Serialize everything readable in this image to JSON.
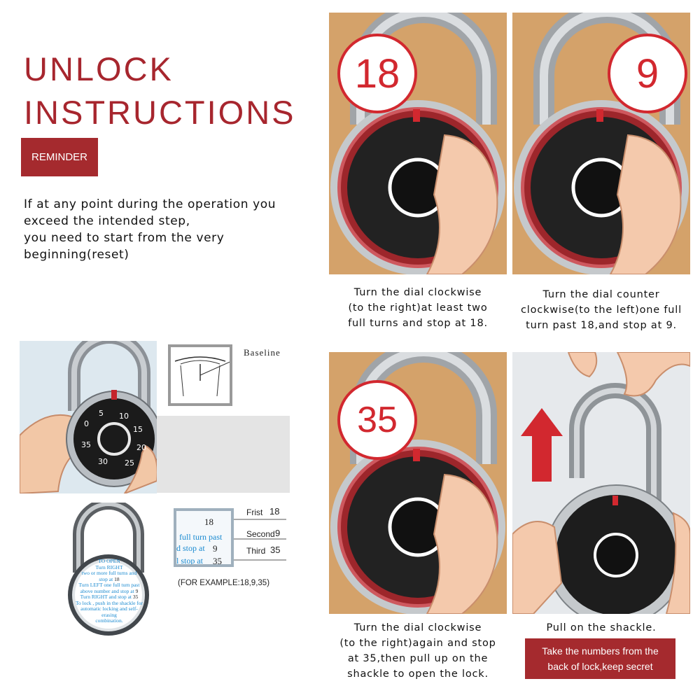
{
  "title": {
    "line1": "UNLOCK",
    "line2": "INSTRUCTIONS"
  },
  "reminder": {
    "label": "REMINDER"
  },
  "warning": {
    "line1": "If at any point during the operation you",
    "line2": "exceed the intended step,",
    "line3": "you need to start from the very",
    "line4": "beginning(reset)"
  },
  "dial_numbers": [
    "5",
    "10",
    "15",
    "20",
    "25",
    "30",
    "35",
    "0"
  ],
  "baseline_label": "Baseline",
  "back_label": {
    "to_open": "TO OPEN",
    "turn_right": "Turn RIGHT",
    "line1": "two or more full turns and",
    "line2": "stop at",
    "val1": "18",
    "line3": "Turn LEFT one full turn past",
    "line4": "above number and stop at",
    "val2": "9",
    "line5": "Turn RIGHT and stop at",
    "val3": "35",
    "line6": "To lock , push in the shackle for",
    "line7": "automatic locking and self-erasing",
    "line8": "combination."
  },
  "zoom_card": {
    "v1": "18",
    "text2": "full turn past",
    "text2b": "d stop at",
    "v2": "9",
    "text3": "l stop at",
    "v3": "35"
  },
  "legend": {
    "first_label": "Frist",
    "first_val": "18",
    "second_label": "Second",
    "second_val": "9",
    "third_label": "Third",
    "third_val": "35",
    "example": "(FOR EXAMPLE:18,9,35)"
  },
  "steps": [
    {
      "badge": "18",
      "lines": [
        "Turn the dial clockwise",
        "(to the right)at least two",
        "full turns and stop at 18."
      ]
    },
    {
      "badge": "9",
      "lines": [
        "Turn the dial counter",
        "clockwise(to the left)one full",
        "turn past 18,and stop at 9."
      ]
    },
    {
      "badge": "35",
      "lines": [
        "Turn the dial clockwise",
        "(to the right)again and stop",
        "at 35,then pull up on the",
        "shackle to open the lock."
      ]
    },
    {
      "lines": [
        "Pull on the shackle."
      ]
    }
  ],
  "secret_note": {
    "line1": "Take the numbers from the",
    "line2": "back of lock,keep secret"
  },
  "colors": {
    "accent": "#a52a2e",
    "badge_red": "#d2282f",
    "wood": "#d4a26a"
  }
}
